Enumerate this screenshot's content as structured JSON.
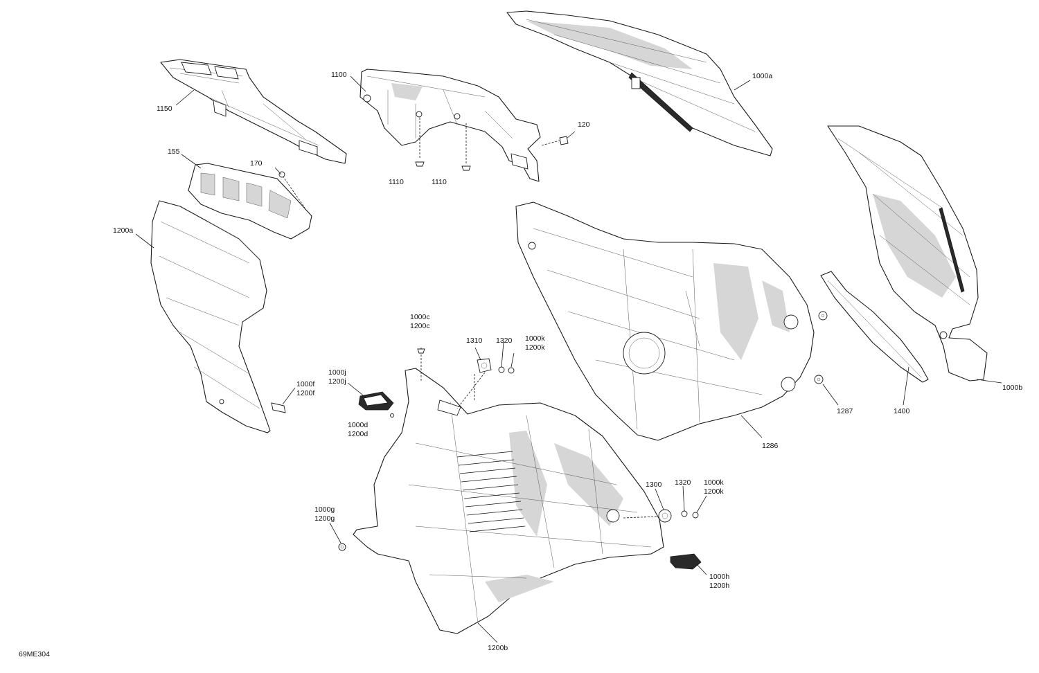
{
  "drawing_id": "69ME304",
  "callouts": {
    "c1150": "1150",
    "c1100": "1100",
    "c120": "120",
    "c1110a": "1110",
    "c1110b": "1110",
    "c1000a": "1000a",
    "c155": "155",
    "c170": "170",
    "c1200a": "1200a",
    "c1000f": "1000f",
    "c1200f": "1200f",
    "c1000c": "1000c",
    "c1200c": "1200c",
    "c1310": "1310",
    "c1320a": "1320",
    "c1000k_a": "1000k",
    "c1200k_a": "1200k",
    "c1000j": "1000j",
    "c1200j": "1200j",
    "c1000d": "1000d",
    "c1200d": "1200d",
    "c1287": "1287",
    "c1400": "1400",
    "c1000b": "1000b",
    "c1286": "1286",
    "c1300": "1300",
    "c1320b": "1320",
    "c1000k_b": "1000k",
    "c1200k_b": "1200k",
    "c1000g": "1000g",
    "c1200g": "1200g",
    "c1000h": "1000h",
    "c1200h": "1200h",
    "c1200b": "1200b"
  }
}
